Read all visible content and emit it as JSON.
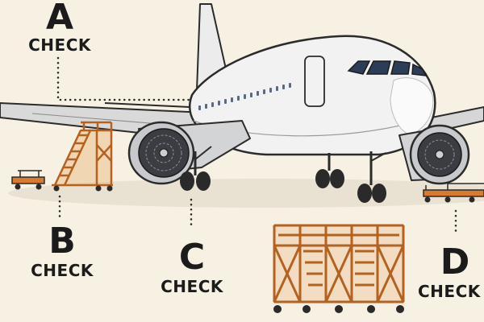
{
  "labels": {
    "a": {
      "letter": "A",
      "word": "CHECK"
    },
    "b": {
      "letter": "B",
      "word": "CHECK"
    },
    "c": {
      "letter": "C",
      "word": "CHECK"
    },
    "d": {
      "letter": "D",
      "word": "CHECK"
    }
  },
  "colors": {
    "background": "#f7f1e4",
    "fuselage": "#f1f1f1",
    "wing": "#d9d9d9",
    "engine": "#cfd0d2",
    "outline": "#2b2b2b",
    "scaffold": "#c46a2c",
    "text": "#1b1b1b",
    "window": "#2c3e57"
  }
}
